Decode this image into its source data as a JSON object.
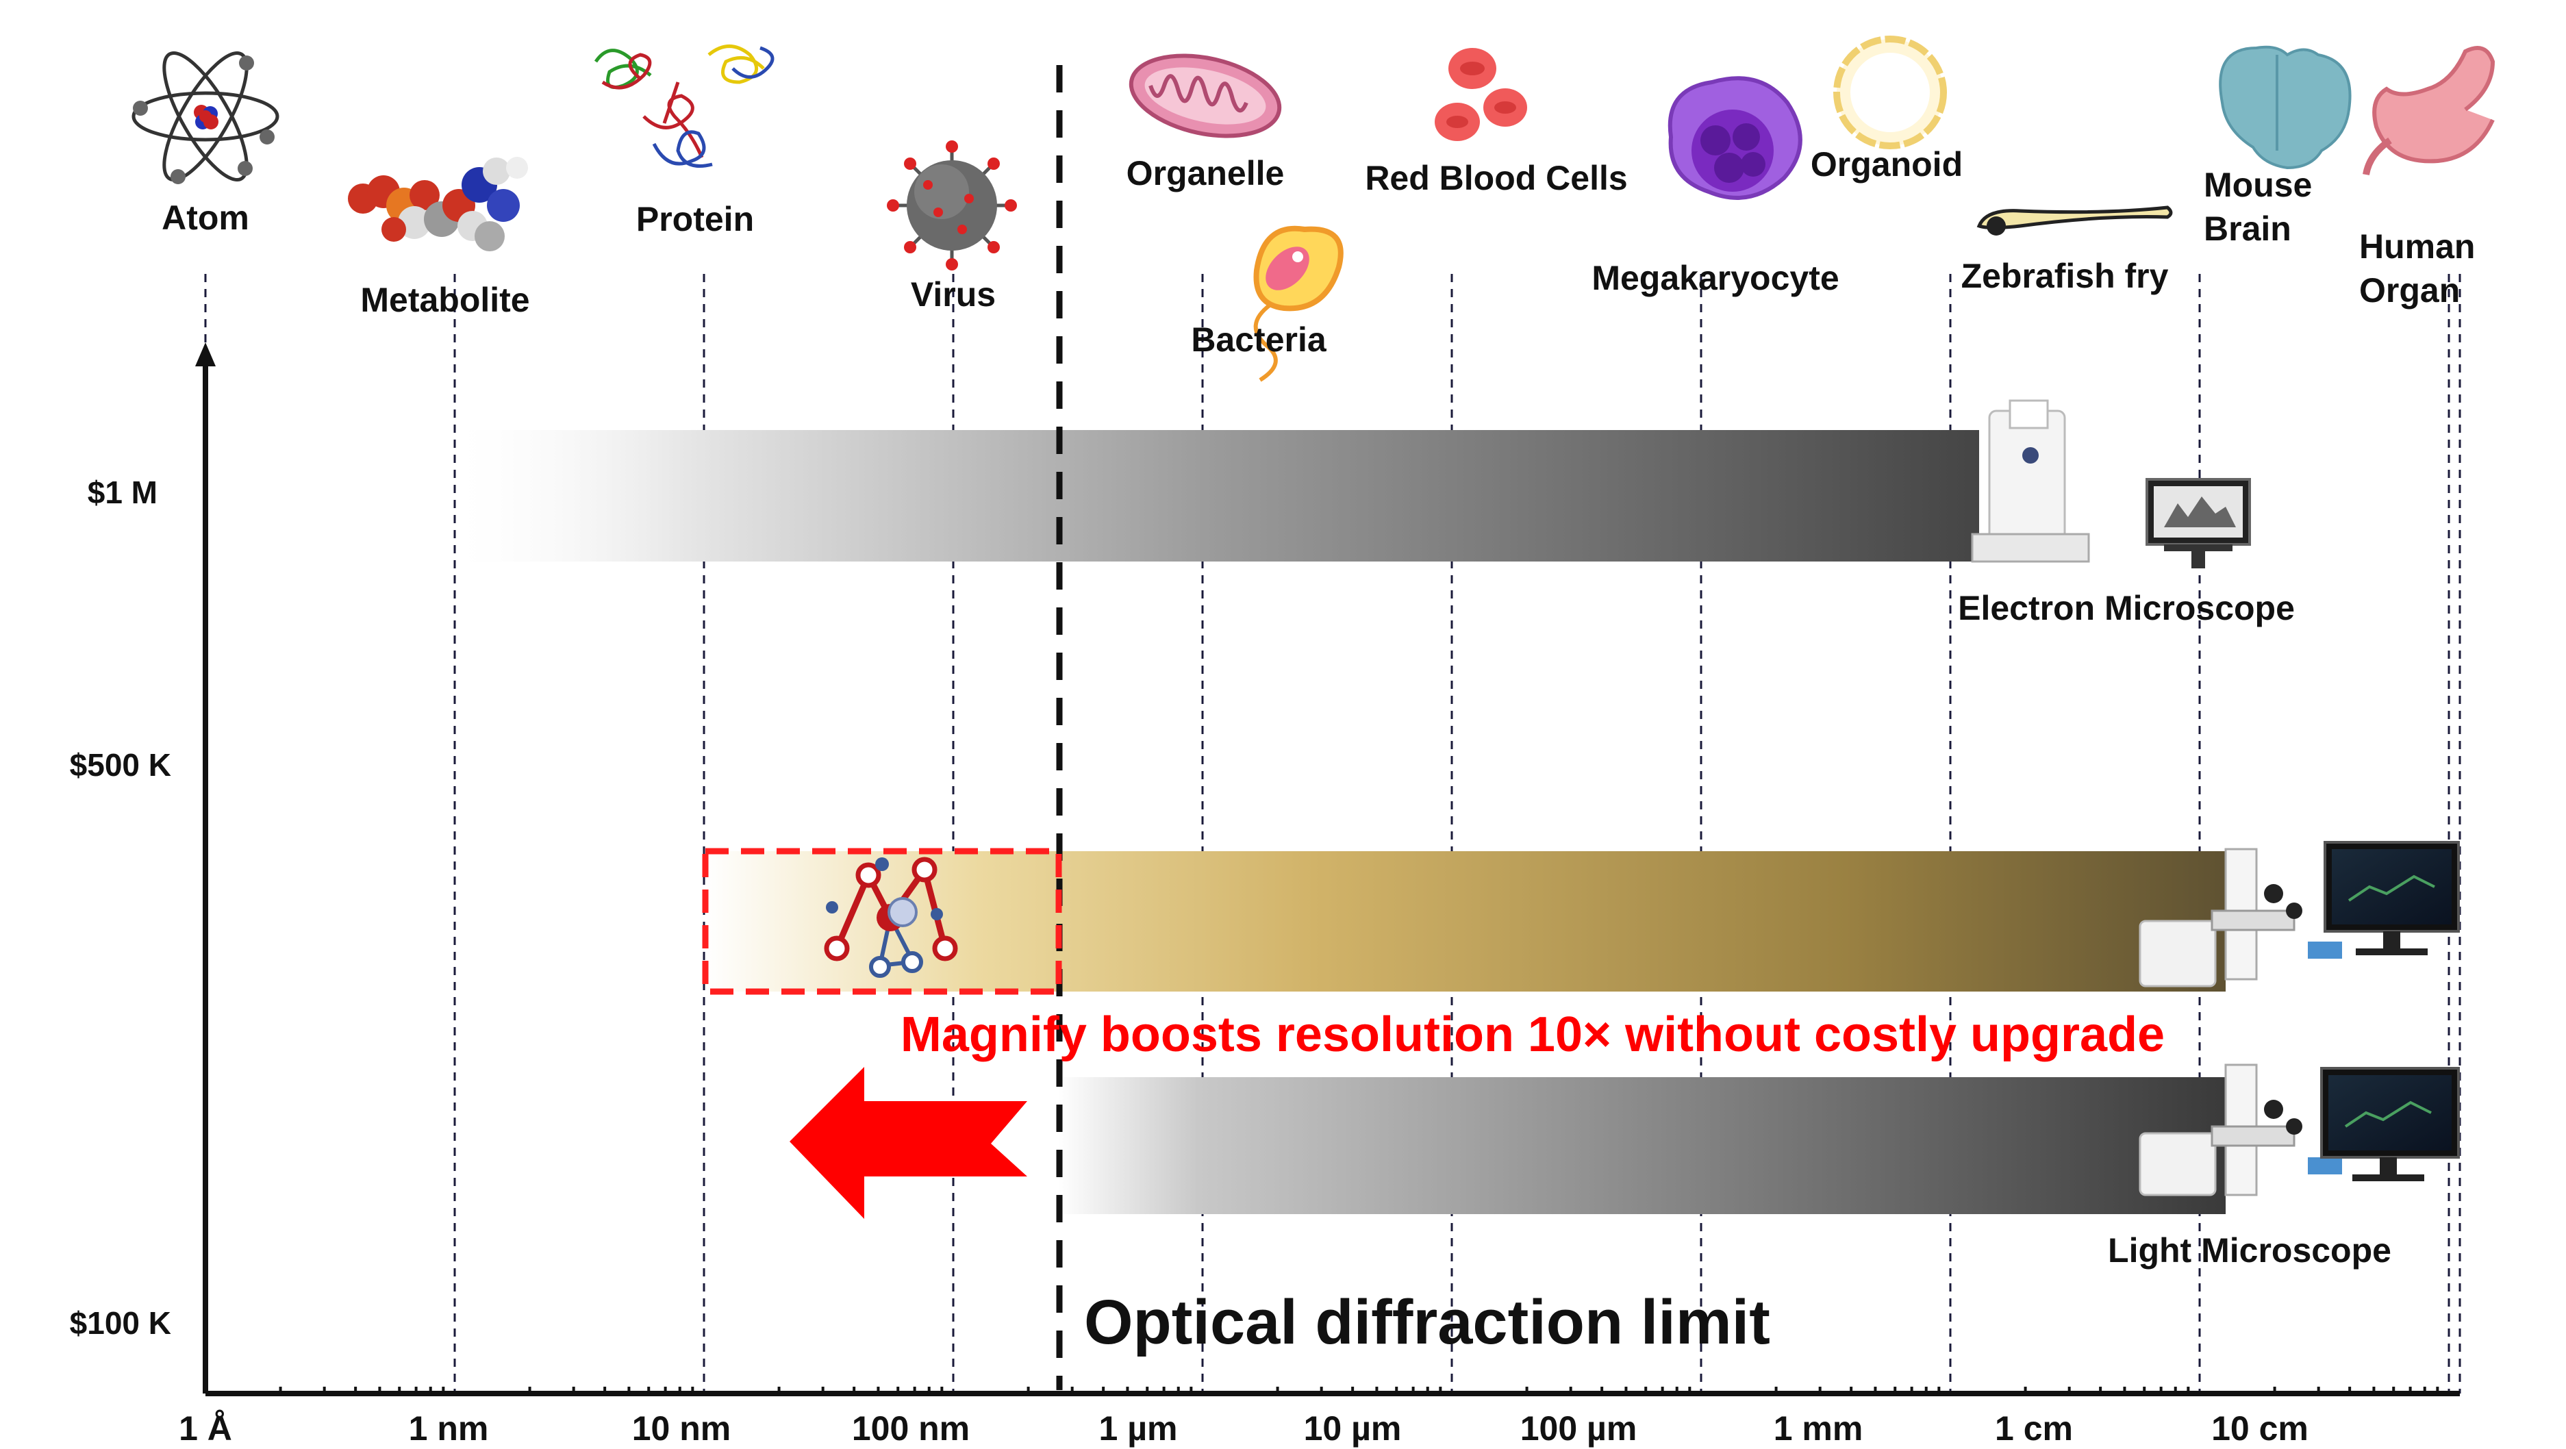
{
  "colors": {
    "axis": "#111111",
    "gridline": "#1a1a3a",
    "electron_bar": "#444444",
    "light_bar": "#3c3c3c",
    "magnify_bar": "#8a7330",
    "magnify_highlight": "#e8d7a0",
    "accent_red": "#ff0000",
    "dashed_box": "#ff1f1f"
  },
  "axes": {
    "x_scale": "log",
    "x_ticks": [
      "1 Å",
      "1 nm",
      "10 nm",
      "100 nm",
      "1 µm",
      "10 µm",
      "100 µm",
      "1 mm",
      "1 cm",
      "10 cm"
    ],
    "y_ticks": [
      "$1 M",
      "$500 K",
      "$100 K"
    ]
  },
  "objects": [
    {
      "label": "Atom",
      "icon": "atom-icon"
    },
    {
      "label": "Metabolite",
      "icon": "metabolite-molecule-icon"
    },
    {
      "label": "Protein",
      "icon": "protein-structure-icon"
    },
    {
      "label": "Virus",
      "icon": "virus-icon"
    },
    {
      "label": "Organelle",
      "icon": "mitochondrion-icon"
    },
    {
      "label": "Bacteria",
      "icon": "bacterium-icon"
    },
    {
      "label": "Red Blood Cells",
      "icon": "red-blood-cell-icon"
    },
    {
      "label": "Megakaryocyte",
      "icon": "megakaryocyte-icon"
    },
    {
      "label": "Organoid",
      "icon": "organoid-icon"
    },
    {
      "label": "Zebrafish fry",
      "icon": "zebrafish-icon"
    },
    {
      "label": "Mouse Brain",
      "icon": "mouse-brain-icon"
    },
    {
      "label": "Human Organ",
      "icon": "stomach-icon"
    }
  ],
  "instruments": {
    "electron_label": "Electron Microscope",
    "light_label": "Light Microscope"
  },
  "annotations": {
    "magnify_text": "Magnify boosts resolution 10× without costly upgrade",
    "diffraction_text": "Optical diffraction limit"
  }
}
